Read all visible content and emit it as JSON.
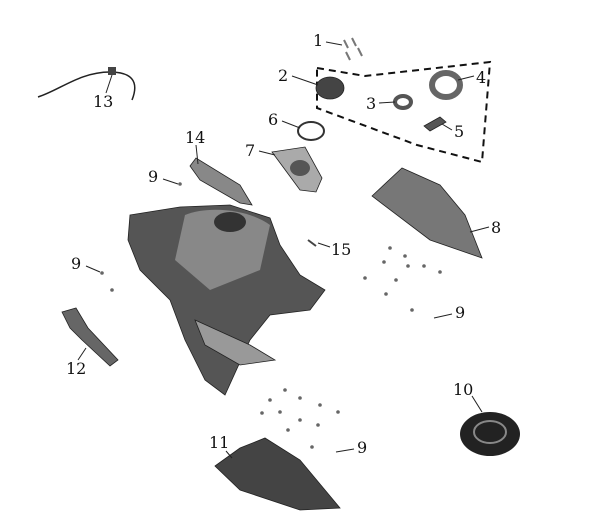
{
  "diagram": {
    "callouts": [
      {
        "id": "c1",
        "text": "1"
      },
      {
        "id": "c2",
        "text": "2"
      },
      {
        "id": "c3",
        "text": "3"
      },
      {
        "id": "c4",
        "text": "4"
      },
      {
        "id": "c5",
        "text": "5"
      },
      {
        "id": "c6",
        "text": "6"
      },
      {
        "id": "c7",
        "text": "7"
      },
      {
        "id": "c8",
        "text": "8"
      },
      {
        "id": "c9a",
        "text": "9"
      },
      {
        "id": "c9b",
        "text": "9"
      },
      {
        "id": "c9c",
        "text": "9"
      },
      {
        "id": "c9d",
        "text": "9"
      },
      {
        "id": "c10",
        "text": "10"
      },
      {
        "id": "c11",
        "text": "11"
      },
      {
        "id": "c12",
        "text": "12"
      },
      {
        "id": "c13",
        "text": "13"
      },
      {
        "id": "c14",
        "text": "14"
      },
      {
        "id": "c15",
        "text": "15"
      }
    ]
  }
}
